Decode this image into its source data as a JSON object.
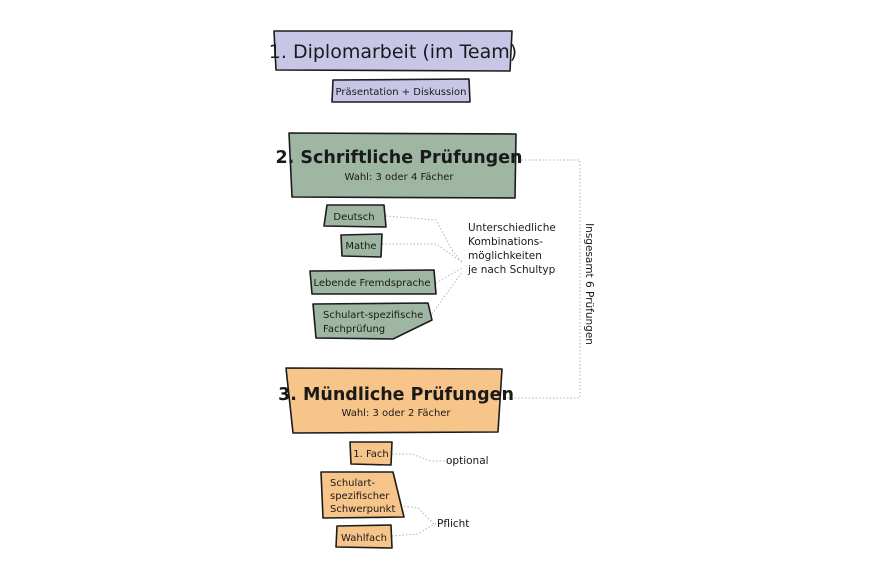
{
  "colors": {
    "diplom": "#c8c6e6",
    "written": "#9fb6a3",
    "oral": "#f7c48a",
    "connector": "#b3b3b3"
  },
  "diplom": {
    "title": "1. Diplomarbeit (im Team)",
    "child": "Präsentation + Diskussion"
  },
  "written": {
    "title": "2. Schriftliche Prüfungen",
    "subtitle": "Wahl: 3 oder 4 Fächer",
    "subjects": [
      "Deutsch",
      "Mathe",
      "Lebende Fremdsprache",
      "Schulart-spezifische",
      "Fachprüfung"
    ],
    "note_lines": [
      "Unterschiedliche",
      "Kombinations-",
      "möglichkeiten",
      "je nach Schultyp"
    ]
  },
  "oral": {
    "title": "3. Mündliche Prüfungen",
    "subtitle": "Wahl: 3 oder 2 Fächer",
    "subjects": [
      "1. Fach",
      "Schulart-",
      "spezifischer",
      "Schwerpunkt",
      "Wahlfach"
    ],
    "optional_label": "optional",
    "required_label": "Pflicht"
  },
  "total_label": "Insgesamt 6 Prüfungen"
}
